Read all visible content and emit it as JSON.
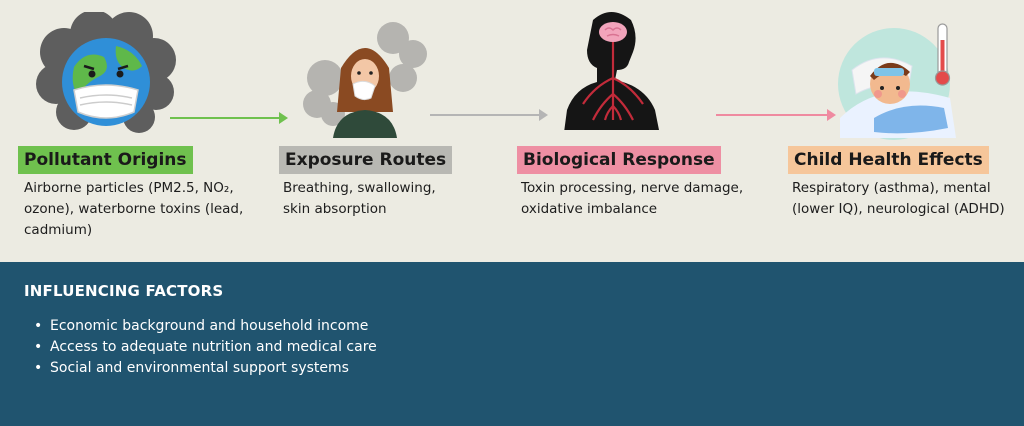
{
  "stages": [
    {
      "label": "Pollutant Origins",
      "description": "Airborne particles (PM2.5, NO₂, ozone), waterborne toxins (lead, cadmium)",
      "color": "#6fc14e",
      "arrow_color": "#6fc14e"
    },
    {
      "label": "Exposure Routes",
      "description": "Breathing, swallowing, skin absorption",
      "color": "#b8b8b3",
      "arrow_color": "#b5b5b5"
    },
    {
      "label": "Biological Response",
      "description": "Toxin processing, nerve damage, oxidative imbalance",
      "color": "#ee8fa3",
      "arrow_color": "#ef8aa0"
    },
    {
      "label": "Child Health Effects",
      "description": "Respiratory (asthma), mental (lower IQ), neurological (ADHD)",
      "color": "#f6c69a"
    }
  ],
  "factors": {
    "title": "INFLUENCING FACTORS",
    "items": [
      "Economic background and household income",
      "Access to adequate nutrition and medical care",
      "Social and environmental support systems"
    ]
  },
  "colors": {
    "top_background": "#ecebe2",
    "bottom_background": "#20546f"
  },
  "icons": [
    "polluted-earth-icon",
    "coughing-girl-icon",
    "nervous-system-icon",
    "sick-child-icon"
  ]
}
